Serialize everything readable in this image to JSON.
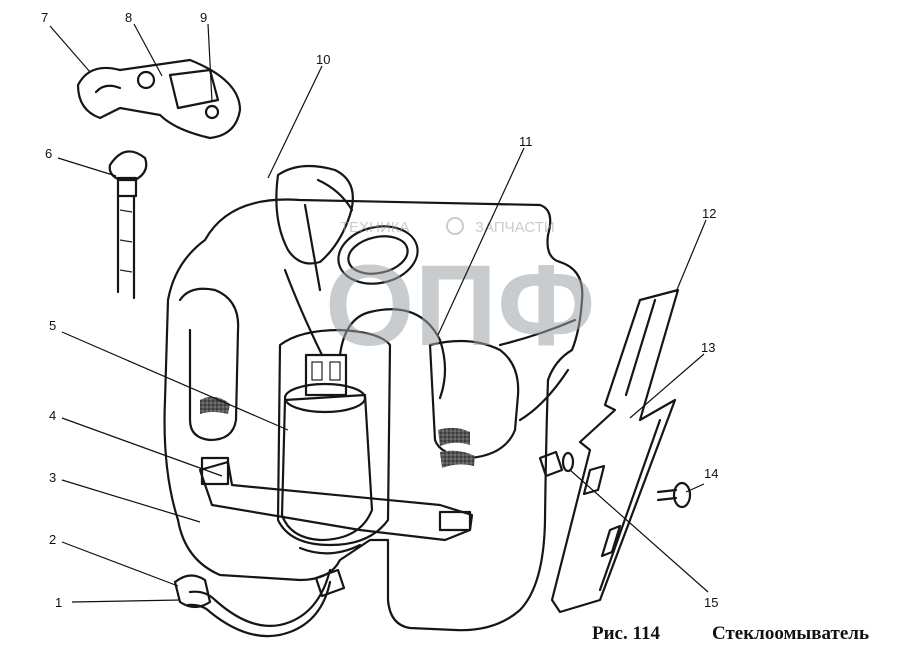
{
  "figure": {
    "caption_number": "Рис. 114",
    "caption_title": "Стеклоомыватель"
  },
  "watermark": {
    "line1": "ТЕХНИКА",
    "line2": "ЗАПЧАСТИ",
    "logo": "ОПФ"
  },
  "callouts": {
    "c1": "1",
    "c2": "2",
    "c3": "3",
    "c4": "4",
    "c5": "5",
    "c6": "6",
    "c7": "7",
    "c8": "8",
    "c9": "9",
    "c10": "10",
    "c11": "11",
    "c12": "12",
    "c13": "13",
    "c14": "14",
    "c15": "15"
  },
  "colors": {
    "ink": "#161616",
    "paper": "#ffffff",
    "watermark": "#9aa3a8"
  }
}
